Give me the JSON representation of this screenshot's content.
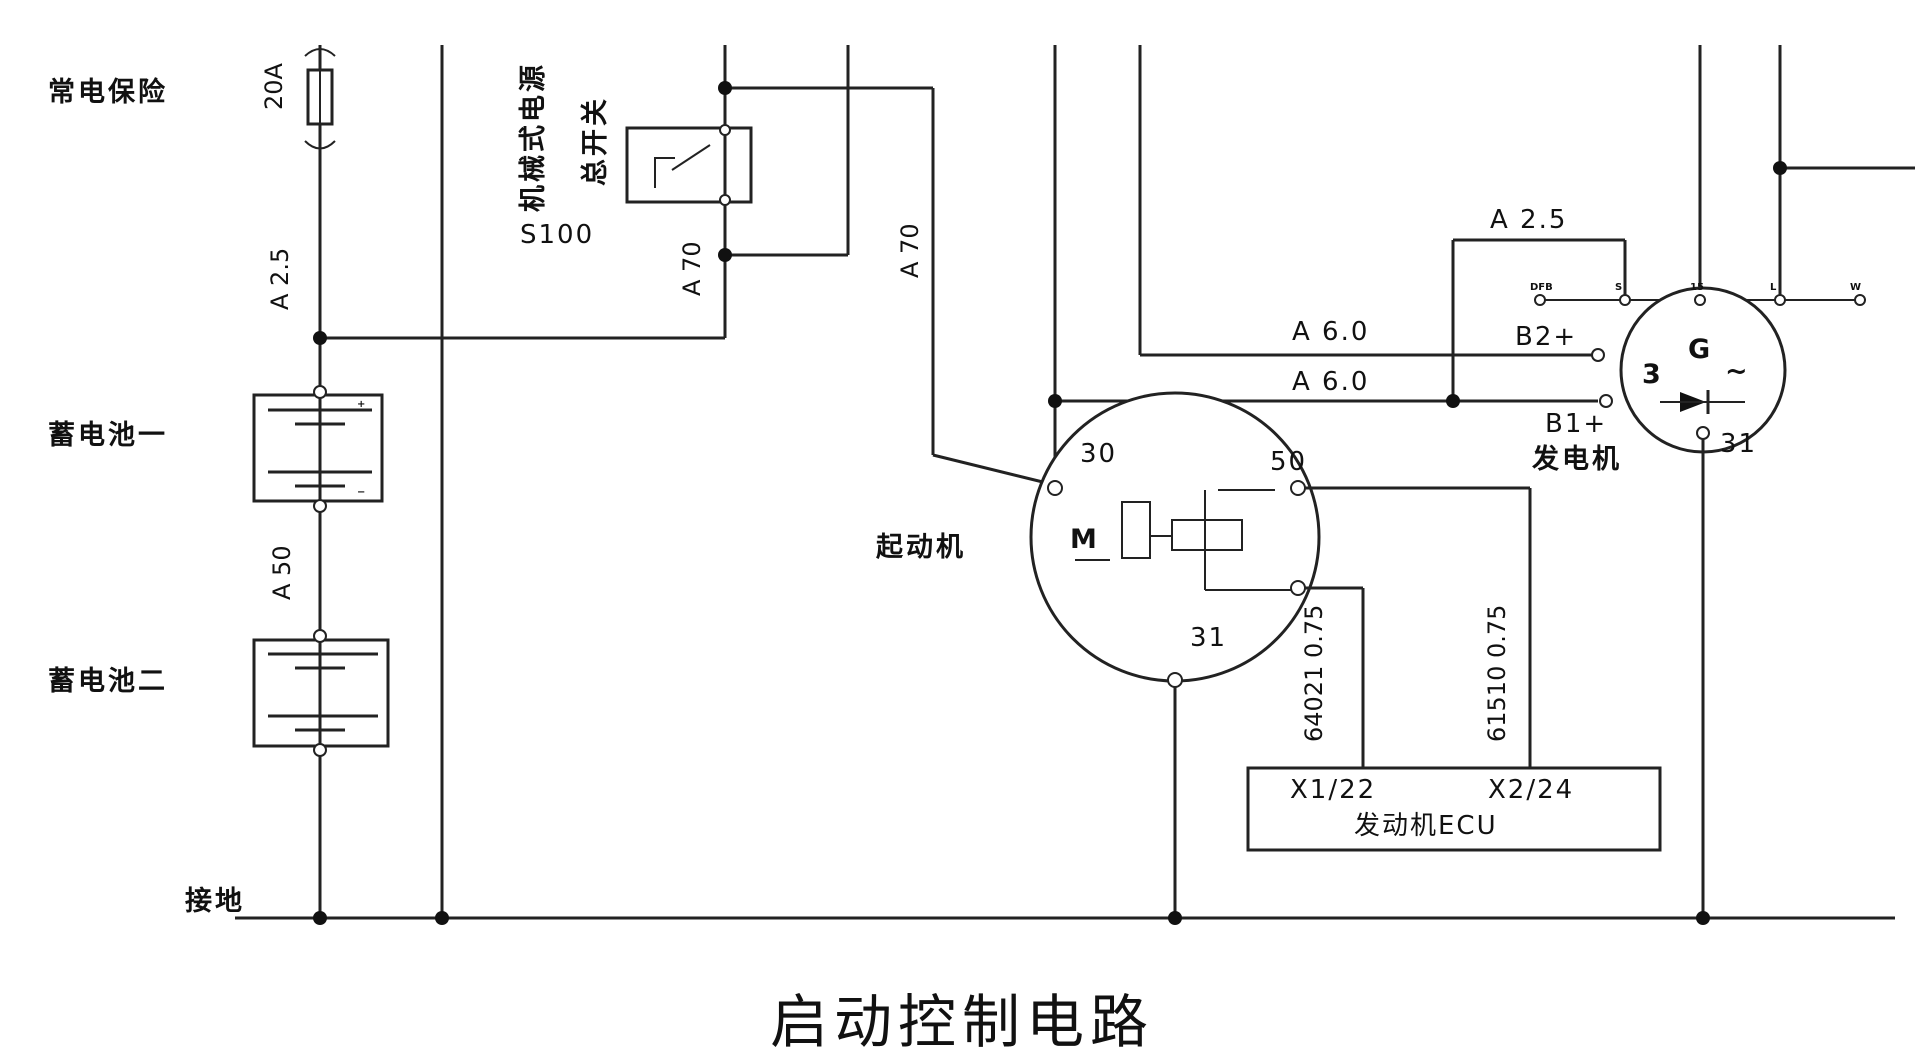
{
  "title": "启动控制电路",
  "fuse": {
    "name": "常电保险",
    "rating": "20A"
  },
  "wire_a25_left": "A 2.5",
  "wire_a50": "A 50",
  "battery1": {
    "name": "蓄电池一",
    "plus": "+",
    "minus": "−"
  },
  "battery2": {
    "name": "蓄电池二"
  },
  "ground": "接地",
  "master_switch": {
    "name_line1": "机械式电源",
    "name_line2": "总开关",
    "code": "S100"
  },
  "wire_a70_1": "A 70",
  "wire_a70_2": "A 70",
  "starter": {
    "name": "起动机",
    "motor": "M",
    "pin30": "30",
    "pin50": "50",
    "pin31": "31"
  },
  "alternator": {
    "name": "发电机",
    "symbol": "G",
    "phase": "3",
    "wave": "~",
    "b2": "B2+",
    "b1": "B1+",
    "pin31": "31",
    "top_pins": [
      "DFB",
      "S",
      "15",
      "L",
      "W"
    ]
  },
  "wire_a25_top": "A 2.5",
  "wire_a60_1": "A 6.0",
  "wire_a60_2": "A 6.0",
  "wire_64021": "64021 0.75",
  "wire_61510": "61510 0.75",
  "ecu": {
    "pin1": "X1/22",
    "pin2": "X2/24",
    "name": "发动机ECU"
  },
  "colors": {
    "line": "#222222",
    "background": "#ffffff"
  }
}
